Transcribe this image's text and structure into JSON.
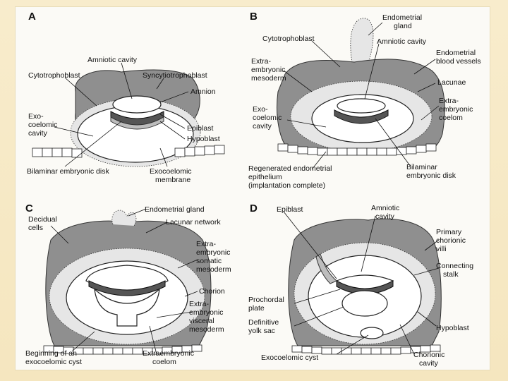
{
  "panels": {
    "A": {
      "letter": "A",
      "labels": {
        "amniotic_cavity": "Amniotic cavity",
        "cytotrophoblast": "Cytotrophoblast",
        "syncytiotrophoblast": "Syncytiotrophoblast",
        "amnion": "Amnion",
        "exocoelomic_1": "Exo-",
        "exocoelomic_2": "coelomic",
        "exocoelomic_3": "cavity",
        "epiblast": "Epiblast",
        "hypoblast": "Hypoblast",
        "bilaminar_disk": "Bilaminar embryonic disk",
        "exocoelomic_membrane_1": "Exocoelomic",
        "exocoelomic_membrane_2": "membrane"
      }
    },
    "B": {
      "letter": "B",
      "labels": {
        "endometrial_gland_1": "Endometrial",
        "endometrial_gland_2": "gland",
        "cytotrophoblast": "Cytotrophoblast",
        "amniotic_cavity": "Amniotic cavity",
        "extra_emb_meso_1": "Extra-",
        "extra_emb_meso_2": "embryonic",
        "extra_emb_meso_3": "mesoderm",
        "endometrial_vessels_1": "Endometrial",
        "endometrial_vessels_2": "blood vessels",
        "lacunae": "Lacunae",
        "extra_coelom_1": "Extra-",
        "extra_coelom_2": "embryonic",
        "extra_coelom_3": "coelom",
        "exocoelomic_1": "Exo-",
        "exocoelomic_2": "coelomic",
        "exocoelomic_3": "cavity",
        "regenerated_1": "Regenerated endometrial",
        "regenerated_2": "epithelium",
        "regenerated_3": "(implantation complete)",
        "bilaminar_1": "Bilaminar",
        "bilaminar_2": "embryonic disk"
      }
    },
    "C": {
      "letter": "C",
      "labels": {
        "decidual_1": "Decidual",
        "decidual_2": "cells",
        "endometrial_gland": "Endometrial gland",
        "lacunar_network": "Lacunar network",
        "somatic_1": "Extra-",
        "somatic_2": "embryonic",
        "somatic_3": "somatic",
        "somatic_4": "mesoderm",
        "chorion": "Chorion",
        "visceral_1": "Extra-",
        "visceral_2": "embryonic",
        "visceral_3": "visceral",
        "visceral_4": "mesoderm",
        "beginning_1": "Beginning of an",
        "beginning_2": "exocoelomic cyst",
        "extra_coelom_1": "Extraembryonic",
        "extra_coelom_2": "coelom"
      }
    },
    "D": {
      "letter": "D",
      "labels": {
        "epiblast": "Epiblast",
        "amniotic_cavity_1": "Amniotic",
        "amniotic_cavity_2": "cavity",
        "primary_villi_1": "Primary",
        "primary_villi_2": "chorionic",
        "primary_villi_3": "villi",
        "connecting_stalk_1": "Connecting",
        "connecting_stalk_2": "stalk",
        "prochordal_1": "Prochordal",
        "prochordal_2": "plate",
        "definitive_1": "Definitive",
        "definitive_2": "yolk sac",
        "hypoblast": "Hypoblast",
        "exocoelomic_cyst": "Exocoelomic cyst",
        "chorionic_1": "Chorionic",
        "chorionic_2": "cavity"
      }
    }
  }
}
